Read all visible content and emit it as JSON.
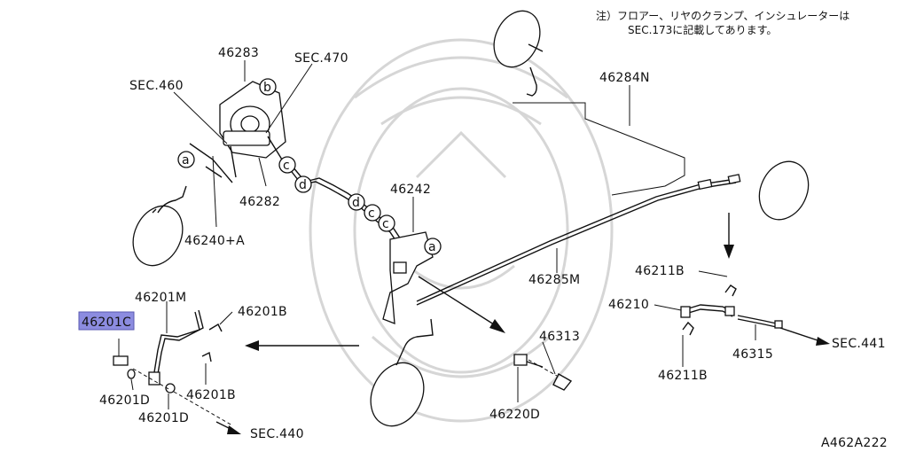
{
  "note": {
    "line1": "注）フロアー、リヤのクランプ、インシュレーターは",
    "line2": "SEC.173に記載してあります。"
  },
  "diagram_id": "A462A222",
  "highlight": {
    "part": "46201C",
    "color": "#8c8ce0"
  },
  "labels": {
    "p46283": "46283",
    "sec470": "SEC.470",
    "sec460": "SEC.460",
    "p46284N": "46284N",
    "p46282": "46282",
    "p46242": "46242",
    "p46240A": "46240+A",
    "p46285M": "46285M",
    "p46211B_top": "46211B",
    "p46210": "46210",
    "p46201M": "46201M",
    "p46201B_top": "46201B",
    "p46201C": "46201C",
    "p46313": "46313",
    "p46315": "46315",
    "sec441": "SEC.441",
    "p46211B_bot": "46211B",
    "p46201D_left": "46201D",
    "p46201B_bot": "46201B",
    "p46201D_bot": "46201D",
    "p46220D": "46220D",
    "sec440": "SEC.440"
  },
  "markers": {
    "a": "a",
    "b": "b",
    "c": "c",
    "d": "d"
  }
}
